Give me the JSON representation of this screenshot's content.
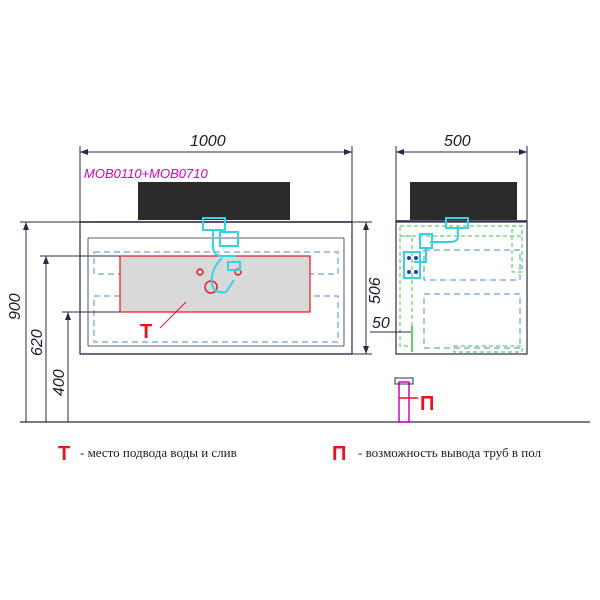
{
  "dimensions": {
    "width_front": "1000",
    "depth_side": "500",
    "height_total": "900",
    "height_620": "620",
    "height_400": "400",
    "height_506": "506",
    "offset_50": "50"
  },
  "model_label": "MOB0110+MOB0710",
  "markers": {
    "t": "Т",
    "p": "П"
  },
  "legend": {
    "t_text": "- место подвода воды и слив",
    "p_text": "- возможность вывода труб в пол"
  },
  "colors": {
    "marker": "#e8141e",
    "model": "#d400c8",
    "pipes": "#33d4e0",
    "zone_fill": "#d9d9d9"
  }
}
